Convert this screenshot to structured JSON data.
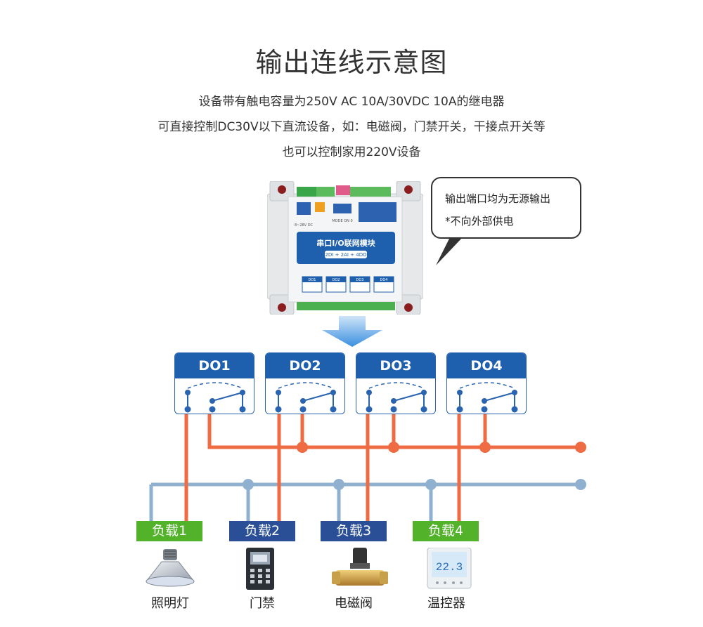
{
  "title": "输出连线示意图",
  "description": [
    "设备带有触电容量为250V AC 10A/30VDC 10A的继电器",
    "可直接控制DC30V以下直流设备，如：电磁阀，门禁开关，干接点开关等",
    "也可以控制家用220V设备"
  ],
  "callout": {
    "line1": "输出端口均为无源输出",
    "line2": "*不向外部供电"
  },
  "module": {
    "name": "串口I/O联网模块",
    "spec": "2DI + 2AI + 4DO",
    "power_label": "8~28V DC",
    "switch_labels": "MODE  ON 0",
    "relay_labels": [
      "DO1",
      "DO2",
      "DO3",
      "DO4"
    ]
  },
  "outputs": [
    "DO1",
    "DO2",
    "DO3",
    "DO4"
  ],
  "loads": [
    {
      "label": "负载1",
      "device": "照明灯",
      "color": "#52b32a"
    },
    {
      "label": "负载2",
      "device": "门禁",
      "color": "#2a4f97"
    },
    {
      "label": "负载3",
      "device": "电磁阀",
      "color": "#2a4f97"
    },
    {
      "label": "负载4",
      "device": "温控器",
      "color": "#52b32a"
    }
  ],
  "thermostat_reading": "22.3",
  "colors": {
    "do_header": "#1e5fae",
    "live_wire": "#ee6b43",
    "common_wire": "#8fb0cf",
    "arrow": "#3a8fe0"
  },
  "icons": [
    "arrow-down-icon",
    "high-bay-lamp-icon",
    "access-control-icon",
    "solenoid-valve-icon",
    "thermostat-icon"
  ]
}
